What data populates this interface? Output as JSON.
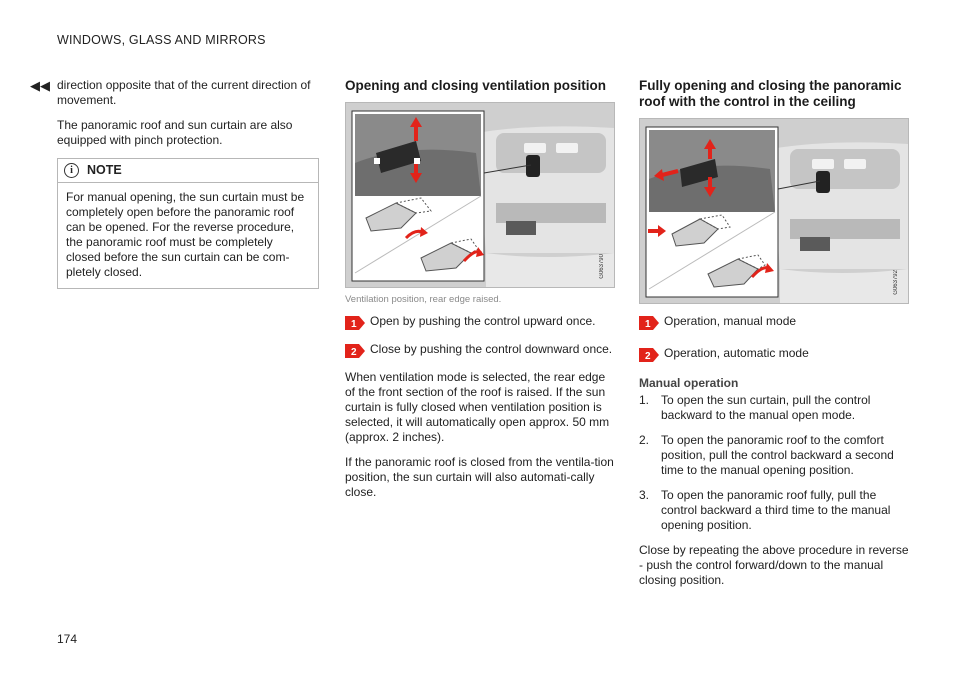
{
  "header": {
    "section_title": "WINDOWS, GLASS AND MIRRORS",
    "back_arrows": "◀◀"
  },
  "page_number": "174",
  "col1": {
    "p1": "direction opposite that of the current direction of movement.",
    "p2": "The panoramic roof and sun curtain are also equipped with pinch protection.",
    "note": {
      "title": "NOTE",
      "body": "For manual opening, the sun curtain must be completely open before the panoramic roof can be opened. For the reverse procedure, the panoramic roof must be completely closed before the sun curtain can be com-pletely closed."
    }
  },
  "col2": {
    "heading": "Opening and closing ventilation position",
    "figure_code": "G063790",
    "caption": "Ventilation position, rear edge raised.",
    "callouts": [
      {
        "num": "1",
        "text": "Open by pushing the control upward once."
      },
      {
        "num": "2",
        "text": "Close by pushing the control downward once."
      }
    ],
    "p1": "When ventilation mode is selected, the rear edge of the front section of the roof is raised. If the sun curtain is fully closed when ventilation position is selected, it will automatically open approx. 50 mm (approx. 2 inches).",
    "p2": "If the panoramic roof is closed from the ventila-tion position, the sun curtain will also automati-cally close."
  },
  "col3": {
    "heading": "Fully opening and closing the panoramic roof with the control in the ceiling",
    "figure_code": "G063792",
    "callouts": [
      {
        "num": "1",
        "text": "Operation, manual mode"
      },
      {
        "num": "2",
        "text": "Operation, automatic mode"
      }
    ],
    "subhead": "Manual operation",
    "steps": [
      {
        "num": "1.",
        "text": "To open the sun curtain, pull the control backward to the manual open mode."
      },
      {
        "num": "2.",
        "text": "To open the panoramic roof to the comfort position, pull the control backward a second time to the manual opening position."
      },
      {
        "num": "3.",
        "text": "To open the panoramic roof fully, pull the control backward a third time to the manual opening position."
      }
    ],
    "p_close": "Close by repeating the above procedure in reverse - push the control forward/down to the manual closing position."
  },
  "colors": {
    "accent_red": "#e2231a",
    "text": "#222222",
    "caption_gray": "#8a8a8a"
  }
}
